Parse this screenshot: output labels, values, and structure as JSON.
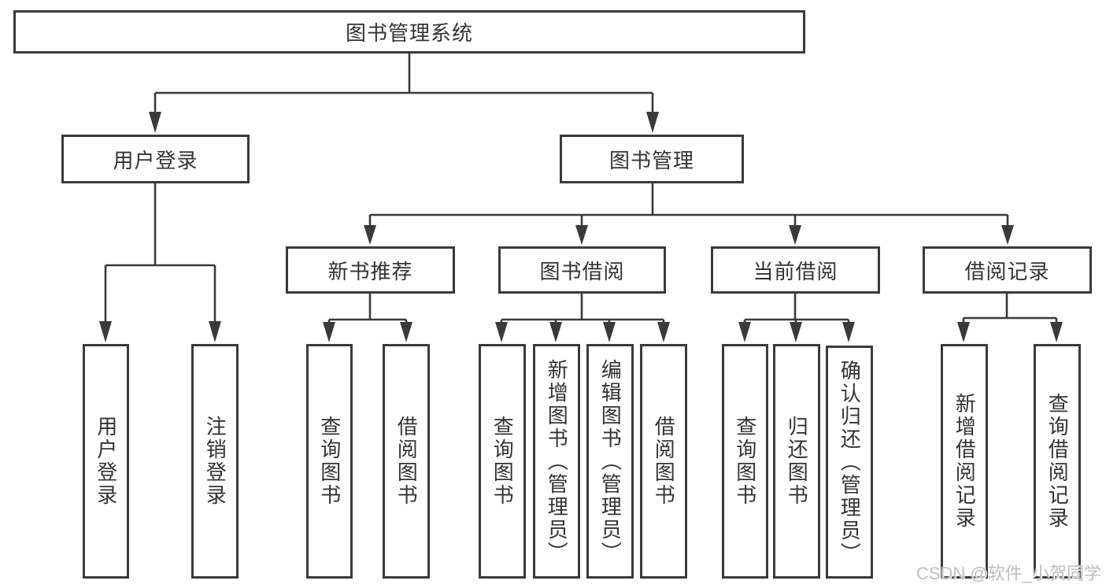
{
  "diagram": {
    "title": "图书管理系统",
    "branches": [
      {
        "label": "用户登录",
        "children": [
          {
            "label": "用户登录"
          },
          {
            "label": "注销登录"
          }
        ]
      },
      {
        "label": "图书管理",
        "children": [
          {
            "label": "新书推荐",
            "children": [
              {
                "label": "查询图书"
              },
              {
                "label": "借阅图书"
              }
            ]
          },
          {
            "label": "图书借阅",
            "children": [
              {
                "label": "查询图书"
              },
              {
                "label": "新增图书（管理员）"
              },
              {
                "label": "编辑图书（管理员）"
              },
              {
                "label": "借阅图书"
              }
            ]
          },
          {
            "label": "当前借阅",
            "children": [
              {
                "label": "查询图书"
              },
              {
                "label": "归还图书"
              },
              {
                "label": "确认归还（管理员）"
              }
            ]
          },
          {
            "label": "借阅记录",
            "children": [
              {
                "label": "新增借阅记录"
              },
              {
                "label": "查询借阅记录"
              }
            ]
          }
        ]
      }
    ]
  },
  "watermark": {
    "text": "CSDN @软件_小贺同学"
  },
  "colors": {
    "line": "#3a3a3a",
    "box_border": "#3a3a3a",
    "box_fill": "#ffffff",
    "text": "#333333",
    "watermark": "#bdbdbd"
  }
}
